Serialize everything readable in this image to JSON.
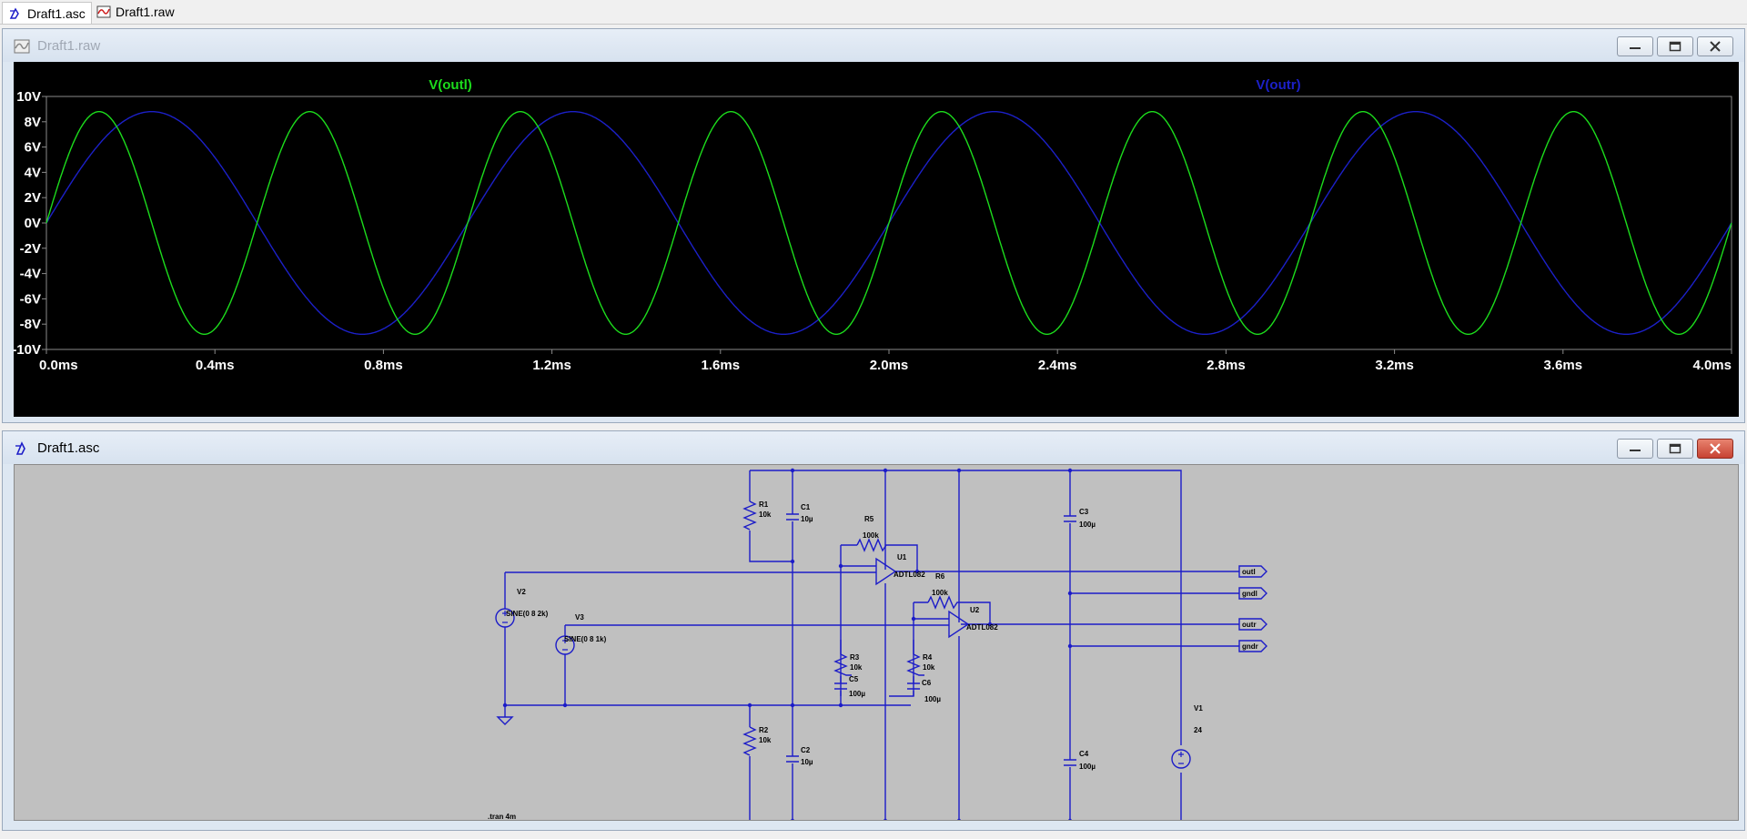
{
  "tabs": [
    {
      "label": "Draft1.asc",
      "icon": "schematic-icon",
      "active": true
    },
    {
      "label": "Draft1.raw",
      "icon": "waveform-icon",
      "active": false
    }
  ],
  "plot_window": {
    "title": "Draft1.raw",
    "chart_data": {
      "type": "line",
      "xlim": [
        0,
        4
      ],
      "x_unit": "ms",
      "ylim": [
        -10,
        10
      ],
      "y_unit": "V",
      "x_ticks": [
        "0.0ms",
        "0.4ms",
        "0.8ms",
        "1.2ms",
        "1.6ms",
        "2.0ms",
        "2.4ms",
        "2.8ms",
        "3.2ms",
        "3.6ms",
        "4.0ms"
      ],
      "y_ticks": [
        "10V",
        "8V",
        "6V",
        "4V",
        "2V",
        "0V",
        "-2V",
        "-4V",
        "-6V",
        "-8V",
        "-10V"
      ],
      "grid": false,
      "background": "#000000",
      "series": [
        {
          "name": "V(outl)",
          "color": "#1cdc1c",
          "amplitude": 8.8,
          "frequency_khz": 2
        },
        {
          "name": "V(outr)",
          "color": "#1c20c8",
          "amplitude": 8.8,
          "frequency_khz": 1
        }
      ]
    }
  },
  "schematic_window": {
    "title": "Draft1.asc",
    "wire_color": "#1c1cc8",
    "components": {
      "r1": {
        "name": "R1",
        "value": "10k"
      },
      "r2": {
        "name": "R2",
        "value": "10k"
      },
      "r3": {
        "name": "R3",
        "value": "10k"
      },
      "r4": {
        "name": "R4",
        "value": "10k"
      },
      "r5": {
        "name": "R5",
        "value": "100k"
      },
      "r6": {
        "name": "R6",
        "value": "100k"
      },
      "c1": {
        "name": "C1",
        "value": "10µ"
      },
      "c2": {
        "name": "C2",
        "value": "10µ"
      },
      "c3": {
        "name": "C3",
        "value": "100µ"
      },
      "c4": {
        "name": "C4",
        "value": "100µ"
      },
      "c5": {
        "name": "C5",
        "value": "100µ"
      },
      "c6": {
        "name": "C6",
        "value": "100µ"
      },
      "u1": {
        "name": "U1",
        "value": "ADTL082"
      },
      "u2": {
        "name": "U2",
        "value": "ADTL082"
      },
      "v1": {
        "name": "V1",
        "value": "24"
      },
      "v2": {
        "name": "V2",
        "value": "SINE(0 8 2k)"
      },
      "v3": {
        "name": "V3",
        "value": "SINE(0 8 1k)"
      }
    },
    "net_labels": {
      "outl": "outl",
      "gndl": "gndl",
      "outr": "outr",
      "gndr": "gndr"
    },
    "directive": ".tran 4m"
  }
}
